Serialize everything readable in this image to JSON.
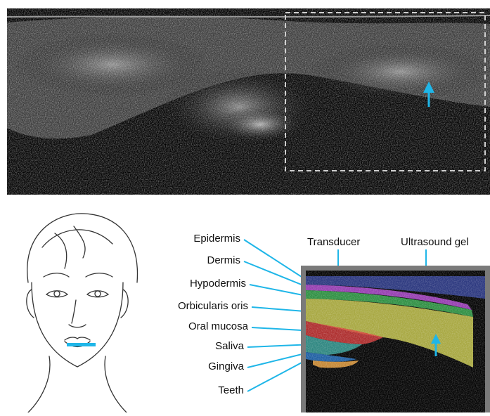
{
  "labels": {
    "left": [
      "Epidermis",
      "Dermis",
      "Hypodermis",
      "Orbicularis oris",
      "Oral mucosa",
      "Saliva",
      "Gingiva",
      "Teeth"
    ],
    "transducer": "Transducer",
    "ultrasound_gel": "Ultrasound gel"
  },
  "colors": {
    "accent_cyan": "#1fb6e8",
    "epidermis": "#b04ad0",
    "dermis": "#3fbf5a",
    "hypodermis_fat": "#e8e85a",
    "orbicularis": "#d83a3a",
    "oral_mucosa": "#3aa8a0",
    "saliva": "#2a7fd8",
    "teeth": "#e8a040",
    "gel": "#3a4aa8"
  },
  "icons": [
    "arrow-up-icon",
    "face-illustration",
    "dashed-roi-box"
  ]
}
